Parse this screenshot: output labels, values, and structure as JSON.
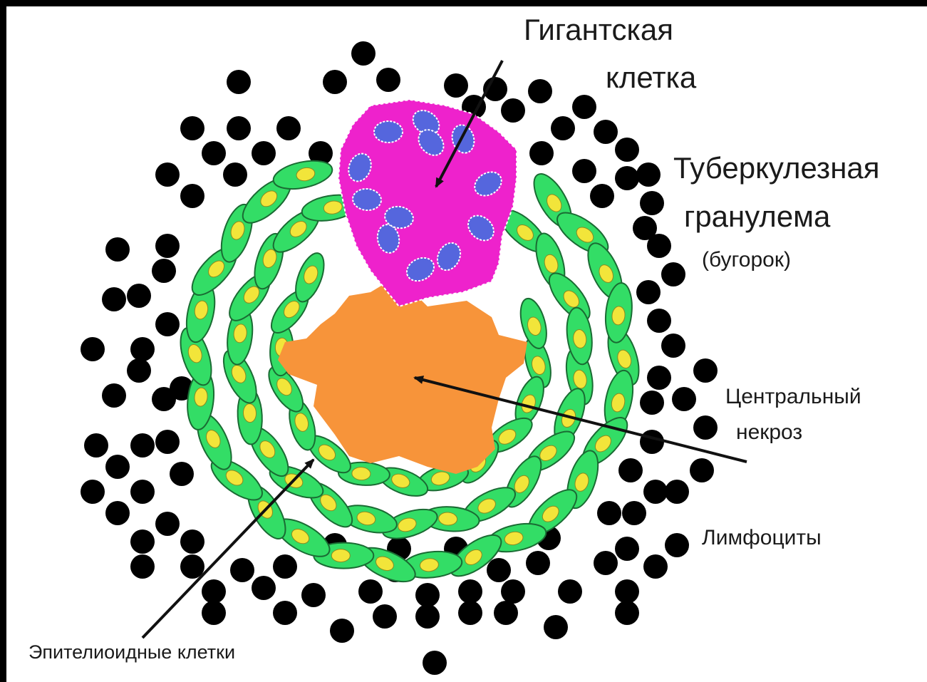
{
  "labels": {
    "giant_cell_line1": "Гигантская",
    "giant_cell_line2": "клетка",
    "granuloma_line1": "Туберкулезная",
    "granuloma_line2": "гранулема",
    "granuloma_line3": "(бугорок)",
    "necrosis_line1": "Центральный",
    "necrosis_line2": "некроз",
    "lymphocytes": "Лимфоциты",
    "epithelioid": "Эпителиоидные клетки"
  },
  "colors": {
    "background_frame": "#000000",
    "panel": "#ffffff",
    "lymphocyte": "#000000",
    "epithelioid_cell": "#33dd66",
    "epithelioid_nucleus": "#f2e53a",
    "giant_cell": "#ee22cc",
    "giant_cell_nucleus": "#5566dd",
    "necrosis": "#f7943a",
    "arrow": "#111111",
    "text": "#1a1a1a"
  },
  "icons": [
    "lymphocyte-dot",
    "epithelioid-cell",
    "giant-cell",
    "necrosis-mass",
    "pointer-arrow"
  ]
}
